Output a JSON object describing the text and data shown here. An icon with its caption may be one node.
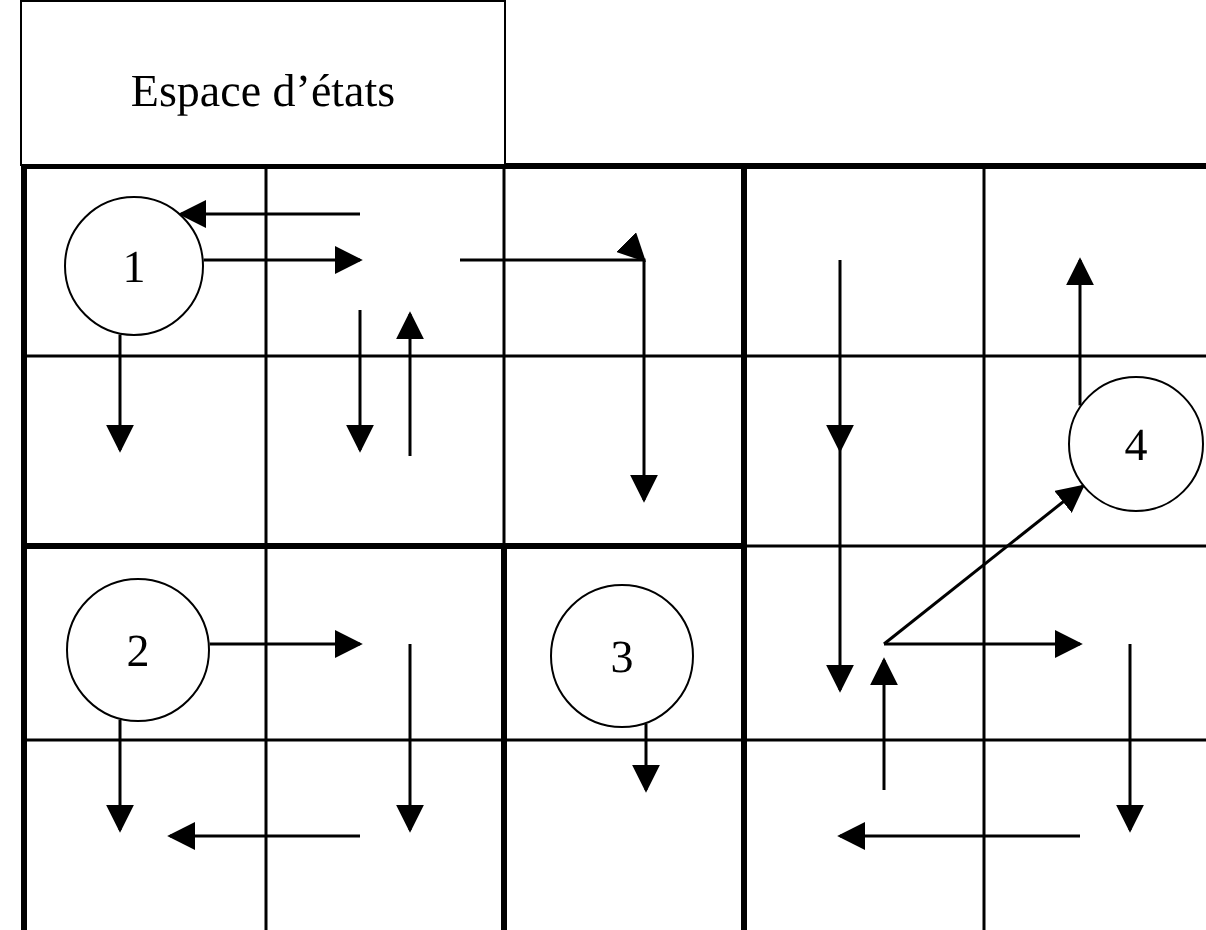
{
  "diagram": {
    "nodes": [
      {
        "text": [
          "Espace d’états"
        ]
      },
      {
        "text": [
          "1"
        ]
      },
      {
        "text": [
          "2"
        ]
      },
      {
        "text": [
          "3"
        ]
      },
      {
        "text": [
          "4"
        ]
      }
    ],
    "edges": [
      {
        "from": 1,
        "to": null,
        "arrow": "to"
      },
      {
        "from": null,
        "to": 1,
        "arrow": "to"
      },
      {
        "from": 1,
        "to": null,
        "arrow": "to"
      },
      {
        "from": 2,
        "to": null,
        "arrow": "to"
      },
      {
        "from": 2,
        "to": null,
        "arrow": "to"
      },
      {
        "from": 3,
        "to": null,
        "arrow": "to"
      },
      {
        "from": null,
        "to": 4,
        "arrow": "to"
      },
      {
        "from": 4,
        "to": null,
        "arrow": "to"
      }
    ]
  }
}
